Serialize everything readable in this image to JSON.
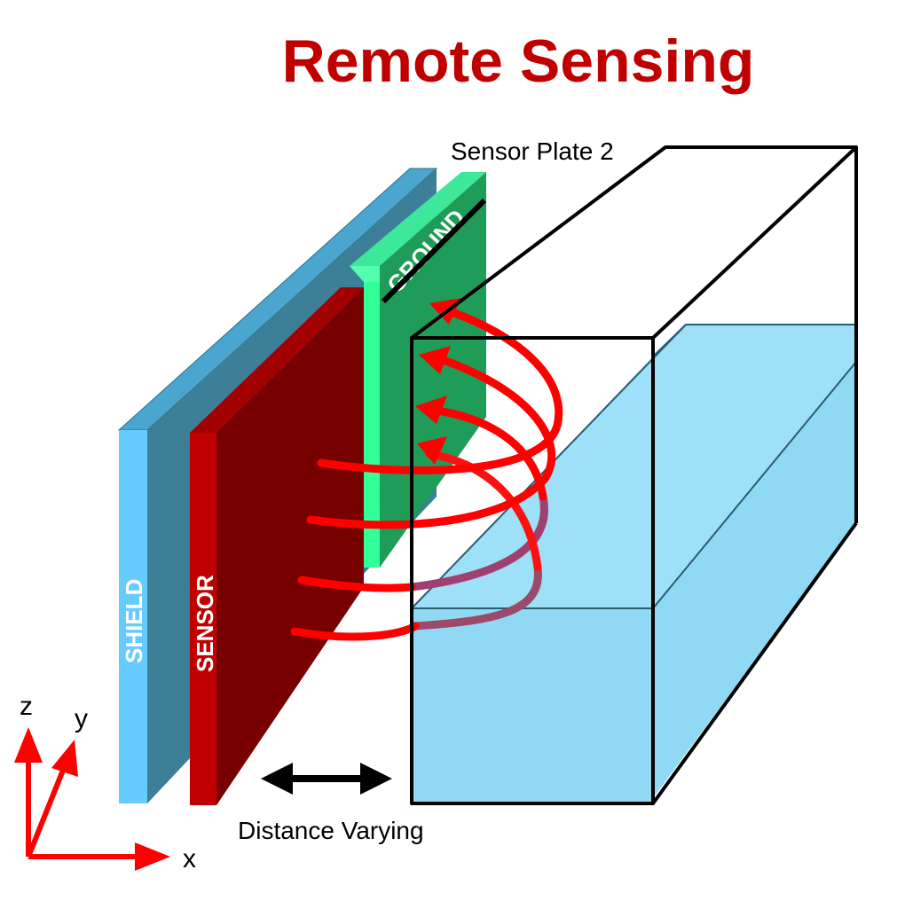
{
  "title": "Remote Sensing",
  "labels": {
    "sensor_plate_2": "Sensor Plate 2",
    "distance": "Distance Varying"
  },
  "plates": {
    "shield": "SHIELD",
    "sensor": "SENSOR",
    "ground": "GROUND"
  },
  "axes": {
    "x": "x",
    "y": "y",
    "z": "z"
  },
  "colors": {
    "title": "#c00000",
    "shield_front": "#66ccff",
    "shield_side": "#3e7f98",
    "shield_top": "#4aa6cf",
    "sensor_front": "#c00000",
    "sensor_face": "#780000",
    "ground_front": "#33ff99",
    "ground_face": "#1e9c58",
    "liquid": "#8fd9f5",
    "field": "#ff0000",
    "axis": "#ff0000"
  }
}
